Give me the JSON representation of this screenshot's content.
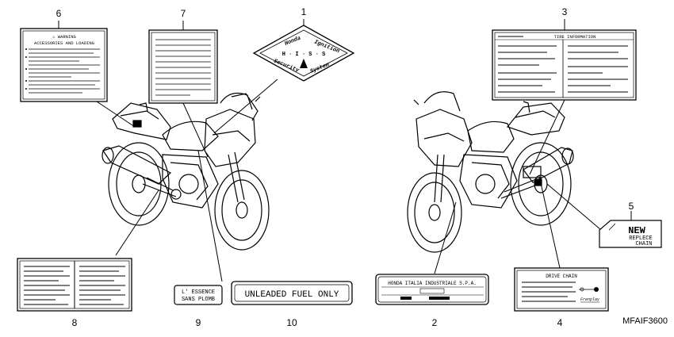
{
  "diagram_code": "MFAIF3600",
  "callouts": [
    {
      "number": "1"
    },
    {
      "number": "2"
    },
    {
      "number": "3"
    },
    {
      "number": "4"
    },
    {
      "number": "5"
    },
    {
      "number": "6"
    },
    {
      "number": "7"
    },
    {
      "number": "8"
    },
    {
      "number": "9"
    },
    {
      "number": "10"
    }
  ],
  "labels": {
    "hiss": {
      "line1": "Honda",
      "line2": "Ignition",
      "center": "H · I · S · S",
      "line3": "Security",
      "line4": "System"
    },
    "tire": {
      "title": "TIRE INFORMATION"
    },
    "new_chain": {
      "line1": "NEW",
      "line2": "REPLECE",
      "line3": "CHAIN"
    },
    "warning": {
      "line1": "⚠ WARNING",
      "line2": "ACCESSORIES AND LOADING"
    },
    "essence": {
      "line1": "L' ESSENCE",
      "line2": "SANS PLOMB"
    },
    "unleaded": {
      "text": "UNLEADED FUEL ONLY"
    },
    "hondaitalia": {
      "text": "HONDA ITALIA INDUSTRIALE S.P.A."
    },
    "drive_chain": {
      "title": "DRIVE CHAIN",
      "brand": "Frenplay"
    }
  }
}
